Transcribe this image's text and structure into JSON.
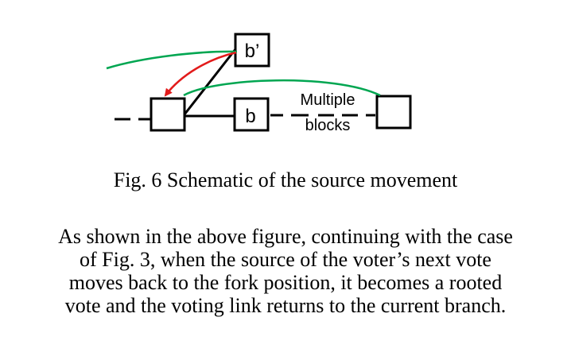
{
  "diagram": {
    "block_b_prime_label": "b’",
    "block_b_label": "b",
    "multiple_blocks_line1": "Multiple",
    "multiple_blocks_line2": "blocks",
    "colors": {
      "stroke": "#000000",
      "green_link": "#00a651",
      "red_arrow": "#e21b1b"
    }
  },
  "caption": "Fig. 6 Schematic of the source movement",
  "paragraph": [
    "As shown in the above figure, continuing with the case",
    "of Fig. 3, when the source of the voter’s next vote",
    "moves back to the fork position, it becomes a rooted",
    "vote and the voting link returns to the current branch."
  ]
}
